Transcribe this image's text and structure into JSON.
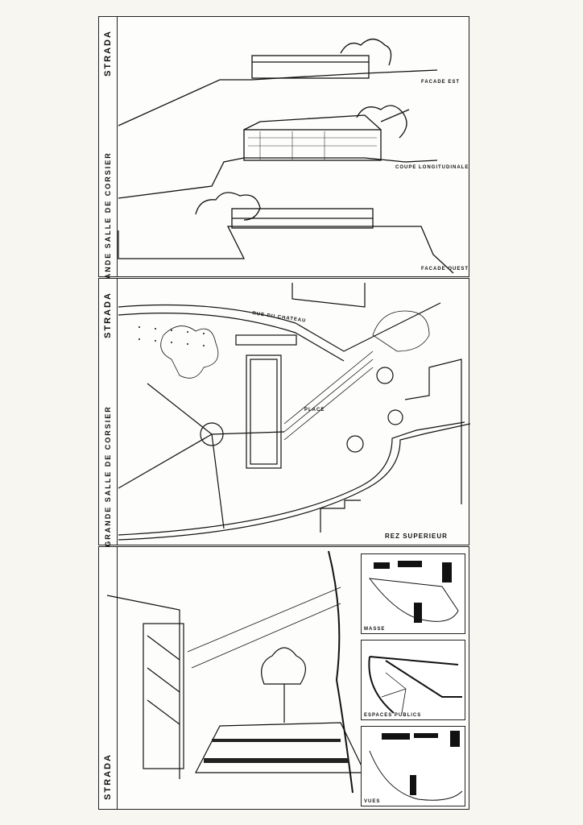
{
  "panels": [
    {
      "strada": "STRADA",
      "title": "GRANDE SALLE DE CORSIER",
      "labels": {
        "facade_est": "FACADE EST",
        "coupe": "COUPE LONGITUDINALE",
        "facade_ouest": "FACADE OUEST"
      }
    },
    {
      "strada": "STRADA",
      "title": "GRANDE SALLE DE CORSIER",
      "labels": {
        "street": "RUE DU CHATEAU",
        "level": "REZ SUPERIEUR",
        "place": "PLACE"
      }
    },
    {
      "strada": "STRADA",
      "maps": [
        "MASSE",
        "ESPACES PUBLICS",
        "VUES"
      ]
    }
  ]
}
